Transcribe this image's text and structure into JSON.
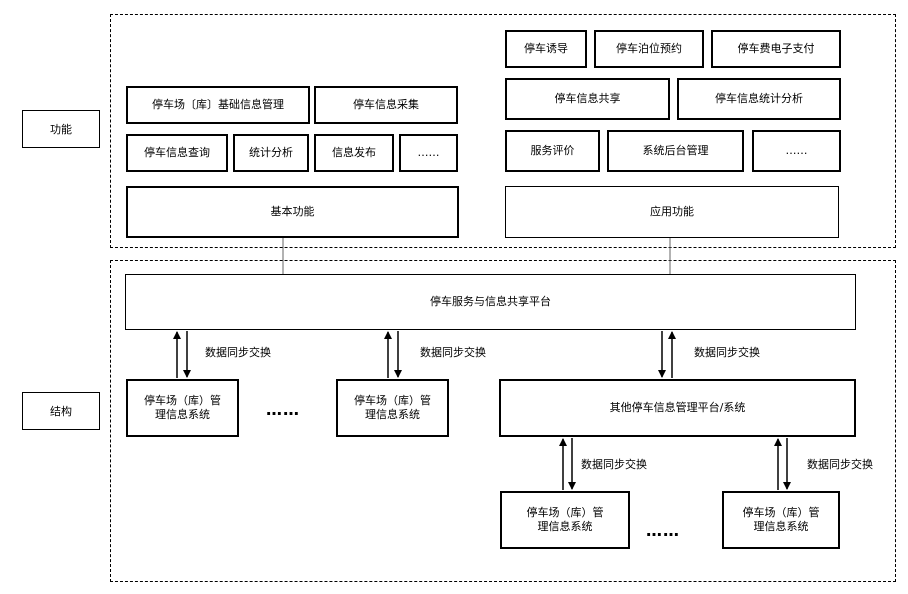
{
  "labels": {
    "function": "功能",
    "structure": "结构"
  },
  "basic_group": {
    "items": [
      "停车场〔库〕基础信息管理",
      "停车信息采集",
      "停车信息查询",
      "统计分析",
      "信息发布",
      "……"
    ],
    "title": "基本功能"
  },
  "app_group": {
    "items": [
      "停车诱导",
      "停车泊位预约",
      "停车费电子支付",
      "停车信息共享",
      "停车信息统计分析",
      "服务评价",
      "系统后台管理",
      "……"
    ],
    "title": "应用功能"
  },
  "platform": "停车服务与信息共享平台",
  "other_platform": "其他停车信息管理平台/系统",
  "sub_system": {
    "line1": "停车场（库）管",
    "line2": "理信息系统"
  },
  "ellipsis": "……",
  "sync_label": "数据同步交换"
}
